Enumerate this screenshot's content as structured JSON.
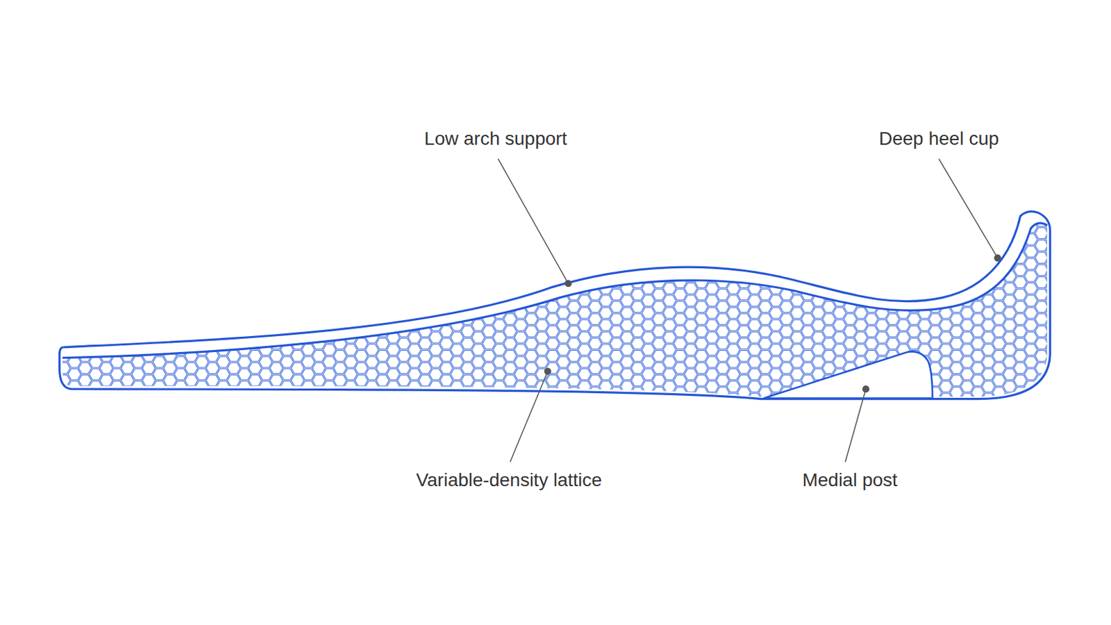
{
  "diagram": {
    "labels": [
      "Low arch support",
      "Deep heel cup",
      "Variable-density lattice",
      "Medial post"
    ]
  }
}
